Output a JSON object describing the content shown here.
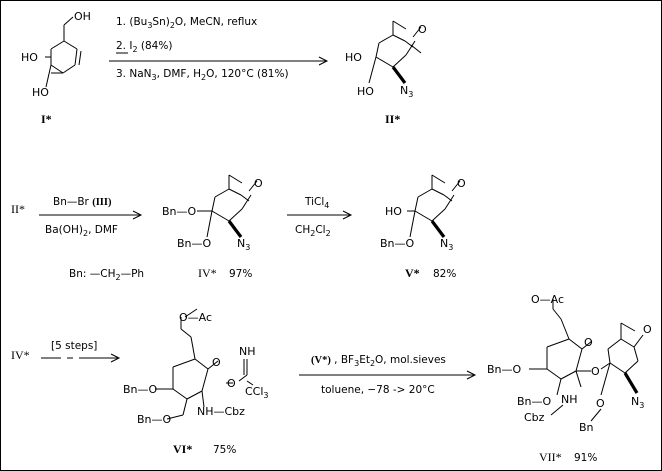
{
  "row1": {
    "start_label": "I*",
    "product_label": "II*",
    "start_groups": {
      "oh_top": "OH",
      "ho_mid": "HO",
      "ho_bot": "HO"
    },
    "product_groups": {
      "ho_top": "HO",
      "ho_bot": "HO",
      "azide": "N",
      "azide_sub": "3",
      "ring_o": "O"
    },
    "steps": [
      {
        "pre": "1. (Bu",
        "sub": "3",
        "mid": "Sn)",
        "sub2": "2",
        "post": "O,   MeCN,   reflux"
      },
      {
        "pre": "2. I",
        "sub": "2",
        "post": "    (84%)"
      },
      {
        "pre": "3. NaN",
        "sub": "3",
        "post": ",  DMF,  H",
        "sub2": "2",
        "post2": "O,    120°C  (81%)"
      }
    ]
  },
  "row2": {
    "start_label": "II*",
    "reagent_top": "Bn—Br  ",
    "reagent_top_bold": "(III)",
    "reagent_bottom_pre": "Ba(OH)",
    "reagent_bottom_sub": "2",
    "reagent_bottom_post": ",    DMF",
    "bn_def": "Bn:  —CH",
    "bn_def_sub": "2",
    "bn_def_post": "—Ph",
    "iv_label": "IV*",
    "iv_yield": "97%",
    "iv_groups": {
      "bno_top": "Bn—O",
      "bno_bot": "Bn—O",
      "azide": "N",
      "azide_sub": "3",
      "ring_o": "O"
    },
    "step2_top_pre": "TiCl",
    "step2_top_sub": "4",
    "step2_bottom_pre": "CH",
    "step2_bottom_sub": "2",
    "step2_bottom_mid": "Cl",
    "step2_bottom_sub2": "2",
    "v_label": "V*",
    "v_yield": "82%",
    "v_groups": {
      "ho_top": "HO",
      "bno_bot": "Bn—O",
      "azide": "N",
      "azide_sub": "3",
      "ring_o": "O"
    }
  },
  "row3": {
    "start_label": "IV*",
    "steps_label": "[5 steps]",
    "vi_label": "VI*",
    "vi_yield": "75%",
    "vi_groups": {
      "oac": "O—Ac",
      "nh_imine": "NH",
      "ccl3": "CCl",
      "ccl3_sub": "3",
      "bno_top": "Bn—O",
      "bno_bot": "Bn—O",
      "nhcbz": "NH—Cbz",
      "ring_o": "O",
      "link_o": "O"
    },
    "reagent_top_bold": "(V*)",
    "reagent_top_pre": "   , BF",
    "reagent_top_sub": "3",
    "reagent_top_mid": "Et",
    "reagent_top_sub2": "2",
    "reagent_top_post": "O, mol.sieves",
    "reagent_bottom": "toluene,  −78  ->  20°C",
    "vii_label": "VII*",
    "vii_yield": "91%",
    "vii_groups": {
      "oac": "O—Ac",
      "bno_left": "Bn—O",
      "bno_mid": "Bn—O",
      "nh": "NH",
      "cbz": "Cbz",
      "bn_bot": "Bn",
      "o_link": "O",
      "o_bot": "O",
      "azide": "N",
      "azide_sub": "3",
      "ring_o1": "O",
      "ring_o2": "O"
    }
  }
}
